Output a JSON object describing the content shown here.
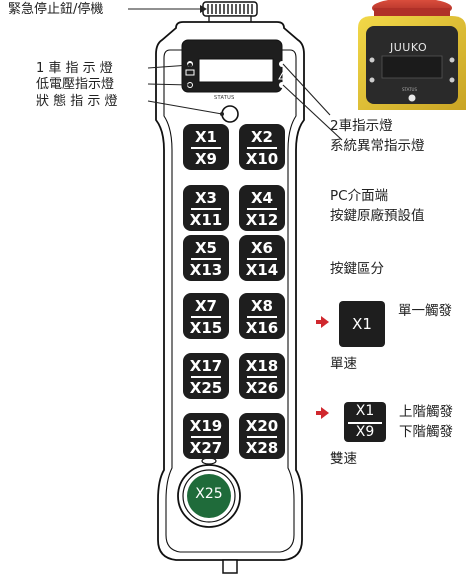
{
  "left_labels": {
    "estop": "緊急停止鈕/停機",
    "car1_light": "1 車 指 示 燈",
    "low_voltage": "低電壓指示燈",
    "status_light": "狀 態 指 示 燈"
  },
  "right_labels": {
    "car2_light": "2車指示燈",
    "system_error": "系統異常指示燈",
    "pc_interface": "PC介面端",
    "factory_default": "按鍵原廠預設值",
    "key_zones": "按鍵區分"
  },
  "photo": {
    "brand": "JUUKO",
    "status": "STATUS"
  },
  "device": {
    "status_text": "STATUS"
  },
  "buttons": [
    {
      "top": "X1",
      "bottom": "X9"
    },
    {
      "top": "X2",
      "bottom": "X10"
    },
    {
      "top": "X3",
      "bottom": "X11"
    },
    {
      "top": "X4",
      "bottom": "X12"
    },
    {
      "top": "X5",
      "bottom": "X13"
    },
    {
      "top": "X6",
      "bottom": "X14"
    },
    {
      "top": "X7",
      "bottom": "X15"
    },
    {
      "top": "X8",
      "bottom": "X16"
    },
    {
      "top": "X17",
      "bottom": "X25"
    },
    {
      "top": "X18",
      "bottom": "X26"
    },
    {
      "top": "X19",
      "bottom": "X27"
    },
    {
      "top": "X20",
      "bottom": "X28"
    }
  ],
  "green_button": "X25",
  "legend": {
    "single": {
      "key": "X1",
      "desc": "單一觸發",
      "caption": "單速"
    },
    "double": {
      "key_top": "X1",
      "key_bottom": "X9",
      "desc_top": "上階觸發",
      "desc_bottom": "下階觸發",
      "caption": "雙速"
    }
  },
  "colors": {
    "button_bg": "#1e1e1e",
    "green_button": "#1f6b3a",
    "arrow_red": "#d0282e",
    "photo_yellow": "#e8c832",
    "estop_red": "#c8362f"
  }
}
